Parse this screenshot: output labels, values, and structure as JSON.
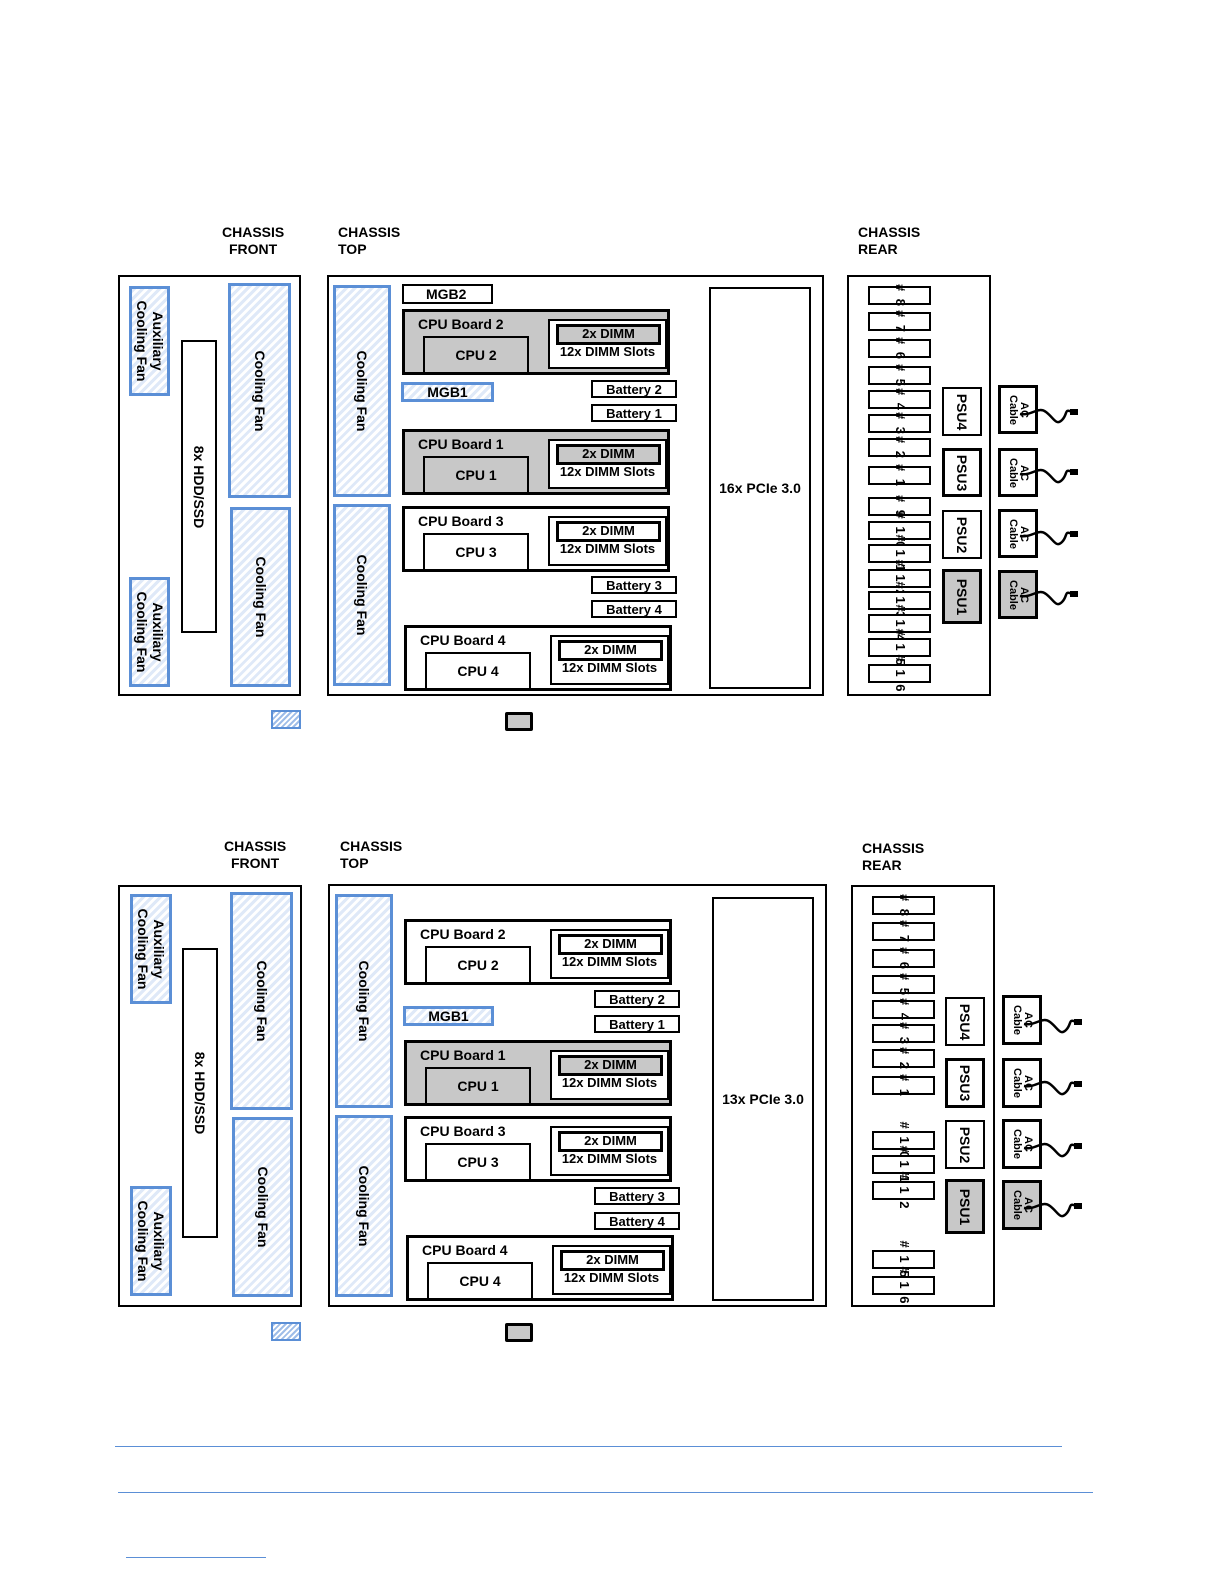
{
  "diagrams": [
    {
      "front_label": "CHASSIS\nFRONT",
      "top_label": "CHASSIS\nTOP",
      "rear_label": "CHASSIS\nREAR",
      "aux_fan_top": "Auxiliary\nCooling Fan",
      "aux_fan_bottom": "Auxiliary\nCooling Fan",
      "hdd": "8x HDD/SSD",
      "front_fan_1": "Cooling Fan",
      "front_fan_2": "Cooling Fan",
      "top_fan_1": "Cooling Fan",
      "top_fan_2": "Cooling Fan",
      "mgb2": "MGB2",
      "mgb1": "MGB1",
      "boards": [
        {
          "title": "CPU Board 2",
          "cpu": "CPU 2",
          "dimm": "2x DIMM",
          "slots": "12x DIMM Slots",
          "shaded": true
        },
        {
          "title": "CPU Board 1",
          "cpu": "CPU 1",
          "dimm": "2x DIMM",
          "slots": "12x DIMM Slots",
          "shaded": true
        },
        {
          "title": "CPU Board 3",
          "cpu": "CPU 3",
          "dimm": "2x DIMM",
          "slots": "12x DIMM Slots",
          "shaded": false
        },
        {
          "title": "CPU Board 4",
          "cpu": "CPU 4",
          "dimm": "2x DIMM",
          "slots": "12x DIMM Slots",
          "shaded": false
        }
      ],
      "batteries": [
        "Battery 2",
        "Battery 1",
        "Battery 3",
        "Battery 4"
      ],
      "pcie": "16x PCIe 3.0",
      "slots": [
        "# 8",
        "# 7",
        "# 6",
        "# 5",
        "# 4",
        "# 3",
        "# 2",
        "# 1",
        "# 9",
        "# 1 0",
        "# 1 1",
        "# 1 2",
        "# 1 3",
        "# 1 4",
        "# 1 5",
        "# 1 6"
      ],
      "psus": [
        "PSU4",
        "PSU3",
        "PSU2",
        "PSU1"
      ],
      "ac_cable": "AC\nCable"
    },
    {
      "front_label": "CHASSIS\nFRONT",
      "top_label": "CHASSIS\nTOP",
      "rear_label": "CHASSIS\nREAR",
      "aux_fan_top": "Auxiliary\nCooling Fan",
      "aux_fan_bottom": "Auxiliary\nCooling Fan",
      "hdd": "8x HDD/SSD",
      "front_fan_1": "Cooling Fan",
      "front_fan_2": "Cooling Fan",
      "top_fan_1": "Cooling Fan",
      "top_fan_2": "Cooling Fan",
      "mgb1": "MGB1",
      "boards": [
        {
          "title": "CPU Board 2",
          "cpu": "CPU 2",
          "dimm": "2x DIMM",
          "slots": "12x DIMM Slots",
          "shaded": false
        },
        {
          "title": "CPU Board 1",
          "cpu": "CPU 1",
          "dimm": "2x DIMM",
          "slots": "12x DIMM Slots",
          "shaded": true
        },
        {
          "title": "CPU Board 3",
          "cpu": "CPU 3",
          "dimm": "2x DIMM",
          "slots": "12x DIMM Slots",
          "shaded": false
        },
        {
          "title": "CPU Board 4",
          "cpu": "CPU 4",
          "dimm": "2x DIMM",
          "slots": "12x DIMM Slots",
          "shaded": false
        }
      ],
      "batteries": [
        "Battery 2",
        "Battery 1",
        "Battery 3",
        "Battery 4"
      ],
      "pcie": "13x PCIe 3.0",
      "slots": [
        "# 8",
        "# 7",
        "# 6",
        "# 5",
        "# 4",
        "# 3",
        "# 2",
        "# 1",
        "# 1 0",
        "# 1 1",
        "# 1 2",
        "# 1 5",
        "# 1 6"
      ],
      "psus": [
        "PSU4",
        "PSU3",
        "PSU2",
        "PSU1"
      ],
      "ac_cable": "AC\nCable"
    }
  ],
  "colors": {
    "fan_border": "#5b8fd6",
    "shaded_fill": "#c8c8c8",
    "rule": "#5b8fd6"
  }
}
